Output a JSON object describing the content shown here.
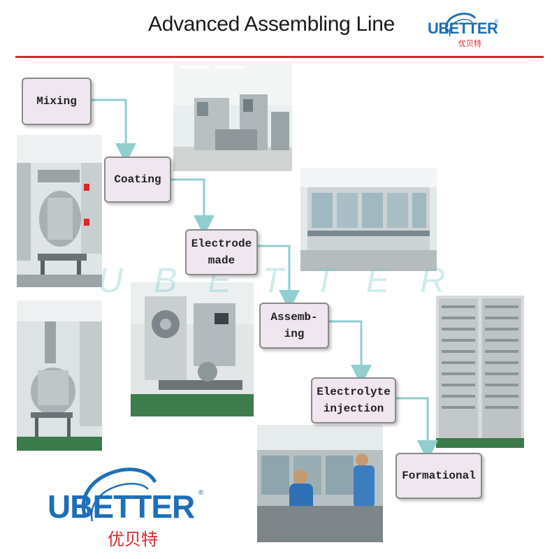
{
  "header": {
    "title": "Advanced Assembling Line"
  },
  "logo": {
    "brand": "UBETTER",
    "registered": "®",
    "chinese": "优贝特"
  },
  "watermark": "UBETTER",
  "steps": [
    {
      "id": "mixing",
      "label": "Mixing"
    },
    {
      "id": "coating",
      "label": "Coating"
    },
    {
      "id": "electrode",
      "label": "Electrode\nmade"
    },
    {
      "id": "assembling",
      "label": "Assemb-\ning"
    },
    {
      "id": "electrolyte",
      "label": "Electrolyte\ninjection"
    },
    {
      "id": "formational",
      "label": "Formational"
    }
  ],
  "colors": {
    "brand_blue": "#1d6fb8",
    "brand_red": "#d8262b",
    "header_rule": "#d8262b",
    "step_fill": "#efe6ef",
    "connector": "#8fcfd0"
  }
}
